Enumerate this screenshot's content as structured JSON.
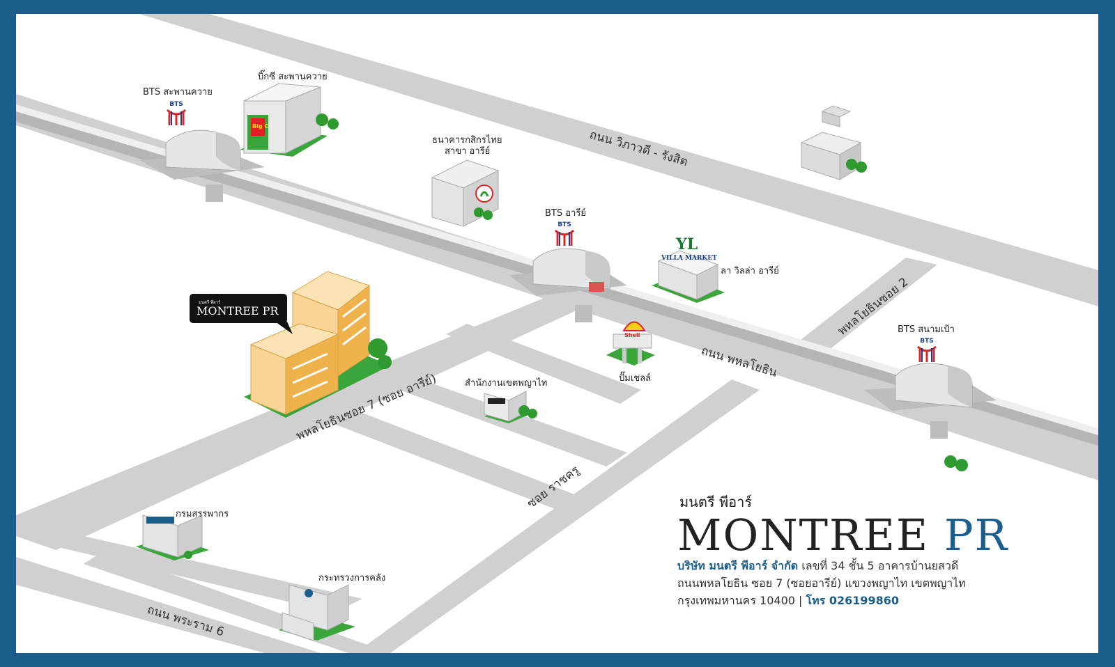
{
  "colors": {
    "frame": "#1b5e8e",
    "road": "#d0d0d0",
    "bts_track": "#c8c8c8",
    "grass": "#3aa53a",
    "office": "#f0b24a",
    "brand_blue": "#1b5e8e"
  },
  "stations": [
    {
      "name": "BTS สะพานควาย",
      "logo": "BTS"
    },
    {
      "name": "BTS อารีย์",
      "logo": "BTS"
    },
    {
      "name": "BTS สนามเป้า",
      "logo": "BTS"
    }
  ],
  "landmarks": {
    "bigc": "บิ๊กซี สะพานควาย",
    "bigc_sign": "Big C",
    "kbank_line1": "ธนาคารกสิกรไทย",
    "kbank_line2": "สาขา อารีย์",
    "villa": "ลา วิลล่า อารีย์",
    "villa_sign": "VILLA MARKET",
    "shell": "ปั๊มเชลล์",
    "shell_sign": "Shell",
    "district": "สำนักงานเขตพญาไท",
    "revenue": "กรมสรรพากร",
    "finance": "กระทรวงการคลัง"
  },
  "roads": {
    "vibhavadi": "ถนน วิภาวดี - รังสิต",
    "phahon": "ถนน พหลโยธิน",
    "soi2": "พหลโยธินซอย 2",
    "soi7": "พหลโยธินซอย 7 (ซอย อารีย์)",
    "ratchakru": "ซอย ราชครู",
    "rama6": "ถนน พระราม 6"
  },
  "office_marker": {
    "small": "มนตรี พีอาร์",
    "label": "MONTREE PR"
  },
  "brand": {
    "thai_name": "มนตรี พีอาร์",
    "name_main": "MONTREE ",
    "name_pr": "PR",
    "company": "บริษัท มนตรี พีอาร์ จำกัด",
    "address1": " เลขที่ 34  ชั้น 5  อาคารบ้านยสวดี",
    "address2": "ถนนพหลโยธิน ซอย 7 (ซอยอารีย์) แขวงพญาไท เขตพญาไท",
    "address3": "กรุงเทพมหานคร 10400 | ",
    "phone": "โทร 026199860"
  }
}
